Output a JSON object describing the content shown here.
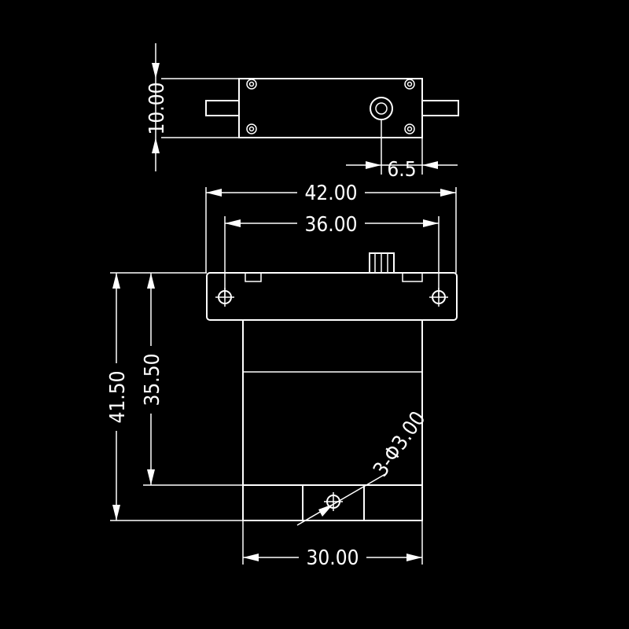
{
  "diagram": {
    "top_view": {
      "height_dim": "10.00",
      "spline_offset_dim": "6.5"
    },
    "front_view": {
      "overall_width_dim": "42.00",
      "hole_spacing_dim": "36.00",
      "overall_height_dim": "41.50",
      "body_height_dim": "35.50",
      "mount_hole_dim": "3-Φ3.00",
      "body_width_dim": "30.00"
    },
    "colors": {
      "background": "#000000",
      "lines": "#ffffff"
    }
  }
}
